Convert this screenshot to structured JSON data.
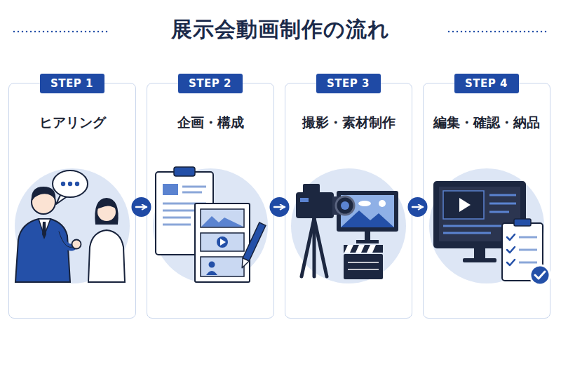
{
  "diagram": {
    "title": "展示会動画制作の流れ",
    "nodes": [
      {
        "text": [
          "ヒアリング"
        ]
      },
      {
        "text": [
          "STEP 1"
        ],
        "in": 0
      },
      {
        "text": [
          "企画・構成"
        ]
      },
      {
        "text": [
          "STEP 2"
        ],
        "in": 2
      },
      {
        "text": [
          "撮影・素材制作"
        ]
      },
      {
        "text": [
          "STEP 3"
        ],
        "in": 4
      },
      {
        "text": [
          "編集・確認・納品"
        ]
      },
      {
        "text": [
          "STEP 4"
        ],
        "in": 6
      }
    ],
    "edges": [
      {
        "from": 0,
        "to": 2,
        "arrow": "to"
      },
      {
        "from": 2,
        "to": 4,
        "arrow": "to"
      },
      {
        "from": 4,
        "to": 6,
        "arrow": "to"
      }
    ]
  }
}
